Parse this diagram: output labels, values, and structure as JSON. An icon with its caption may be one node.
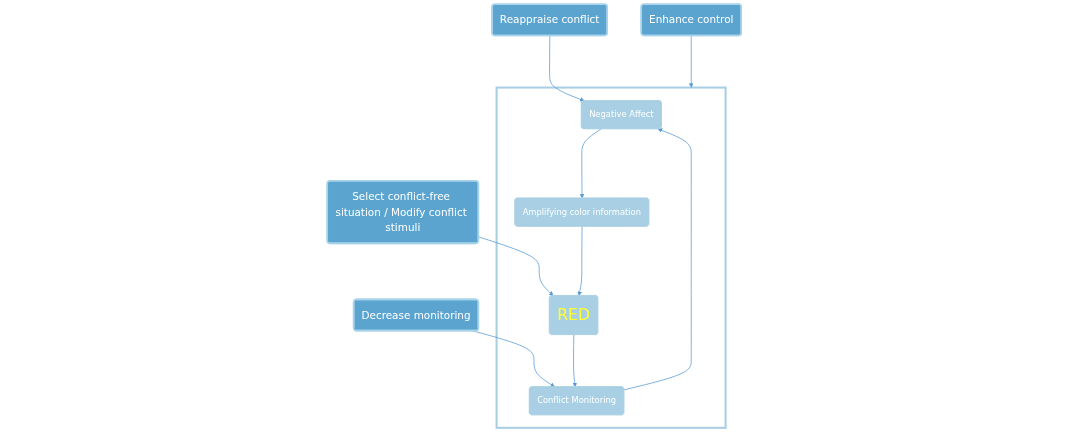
{
  "diagram": {
    "nodes": [
      {
        "text": [
          "Decrease monitoring"
        ]
      },
      {
        "text": [
          "Reappraise conflict"
        ]
      },
      {
        "text": [],
        "shape": "box"
      },
      {
        "text": [
          "Negative Affect"
        ],
        "in": 2
      },
      {
        "text": [
          "Enhance control"
        ]
      },
      {
        "text": [
          "Conflict Monitoring"
        ],
        "in": 2
      },
      {
        "text": [
          "Amplifying color information"
        ],
        "in": 2
      },
      {
        "text": [
          "Select conflict-free situation / Modify conflict stimuli"
        ]
      },
      {
        "text": [
          "RED"
        ],
        "in": 2
      }
    ],
    "edges": [
      {
        "from": 0,
        "to": 5,
        "arrow": "to"
      },
      {
        "from": 1,
        "to": 3,
        "arrow": "to"
      },
      {
        "from": 4,
        "to": 2,
        "arrow": "to"
      },
      {
        "from": 7,
        "to": 8,
        "arrow": "to"
      },
      {
        "from": 3,
        "to": 6,
        "arrow": "to"
      },
      {
        "from": 6,
        "to": 8,
        "arrow": "to"
      },
      {
        "from": 8,
        "to": 5,
        "arrow": "to"
      },
      {
        "from": 5,
        "to": 3,
        "arrow": "to"
      }
    ]
  }
}
